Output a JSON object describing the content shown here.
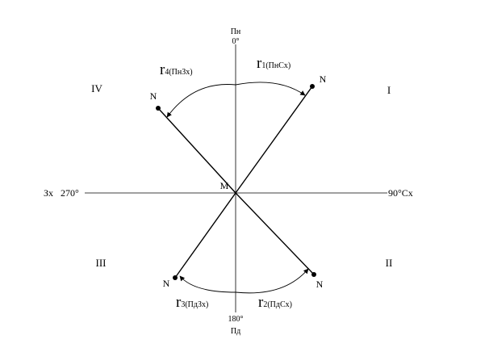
{
  "colors": {
    "line": "#000000",
    "background": "#ffffff"
  },
  "axes": {
    "north_label": "Пн",
    "north_degree": "0°",
    "south_label": "Пд",
    "south_degree": "180°",
    "west_label": "Зх",
    "west_degree": "270°",
    "east_label": "90°Сх"
  },
  "center_label": "M",
  "quadrants": {
    "q1": "I",
    "q2": "II",
    "q3": "III",
    "q4": "IV"
  },
  "points": {
    "ne": "N",
    "se": "N",
    "sw": "N",
    "nw": "N"
  },
  "rhumbs": {
    "r1": {
      "symbol": "r",
      "sub": "1(ПнСх)"
    },
    "r2": {
      "symbol": "r",
      "sub": "2(ПдСх)"
    },
    "r3": {
      "symbol": "r",
      "sub": "3(ПдЗх)"
    },
    "r4": {
      "symbol": "r",
      "sub": "4(ПнЗх)"
    }
  }
}
